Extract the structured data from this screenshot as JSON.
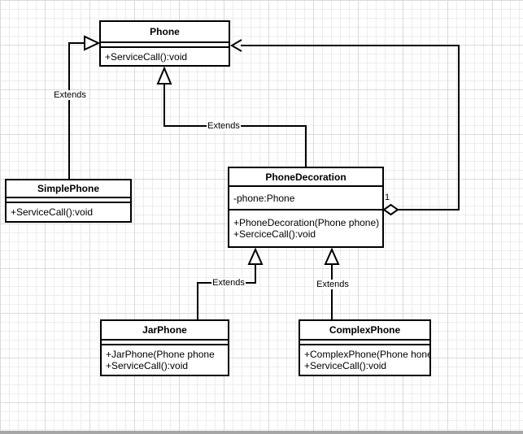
{
  "diagram": {
    "type": "uml-class-diagram",
    "classes": [
      {
        "name": "Phone",
        "attributes": [],
        "methods": [
          "+ServiceCall():void"
        ]
      },
      {
        "name": "SimplePhone",
        "attributes": [],
        "methods": [
          "+ServiceCall():void"
        ]
      },
      {
        "name": "PhoneDecoration",
        "attributes": [
          "-phone:Phone"
        ],
        "methods": [
          "+PhoneDecoration(Phone phone)",
          "+SerciceCall():void"
        ]
      },
      {
        "name": "JarPhone",
        "attributes": [],
        "methods": [
          "+JarPhone(Phone phone",
          "+ServiceCall():void"
        ]
      },
      {
        "name": "ComplexPhone",
        "attributes": [],
        "methods": [
          "+ComplexPhone(Phone hone",
          "+ServiceCall():void"
        ]
      }
    ],
    "edges": [
      {
        "from": "SimplePhone",
        "to": "Phone",
        "kind": "generalization",
        "label": "Extends"
      },
      {
        "from": "PhoneDecoration",
        "to": "Phone",
        "kind": "generalization",
        "label": "Extends"
      },
      {
        "from": "JarPhone",
        "to": "PhoneDecoration",
        "kind": "generalization",
        "label": "Extends"
      },
      {
        "from": "ComplexPhone",
        "to": "PhoneDecoration",
        "kind": "generalization",
        "label": "Extends"
      },
      {
        "from": "PhoneDecoration",
        "to": "Phone",
        "kind": "aggregation",
        "label": "1"
      }
    ],
    "colors": {
      "stroke": "#000000",
      "shape_fill": "#ffffff",
      "grid_minor": "#ededed",
      "grid_major": "#dadada",
      "bottom_edge": "#a6a6a6"
    }
  }
}
